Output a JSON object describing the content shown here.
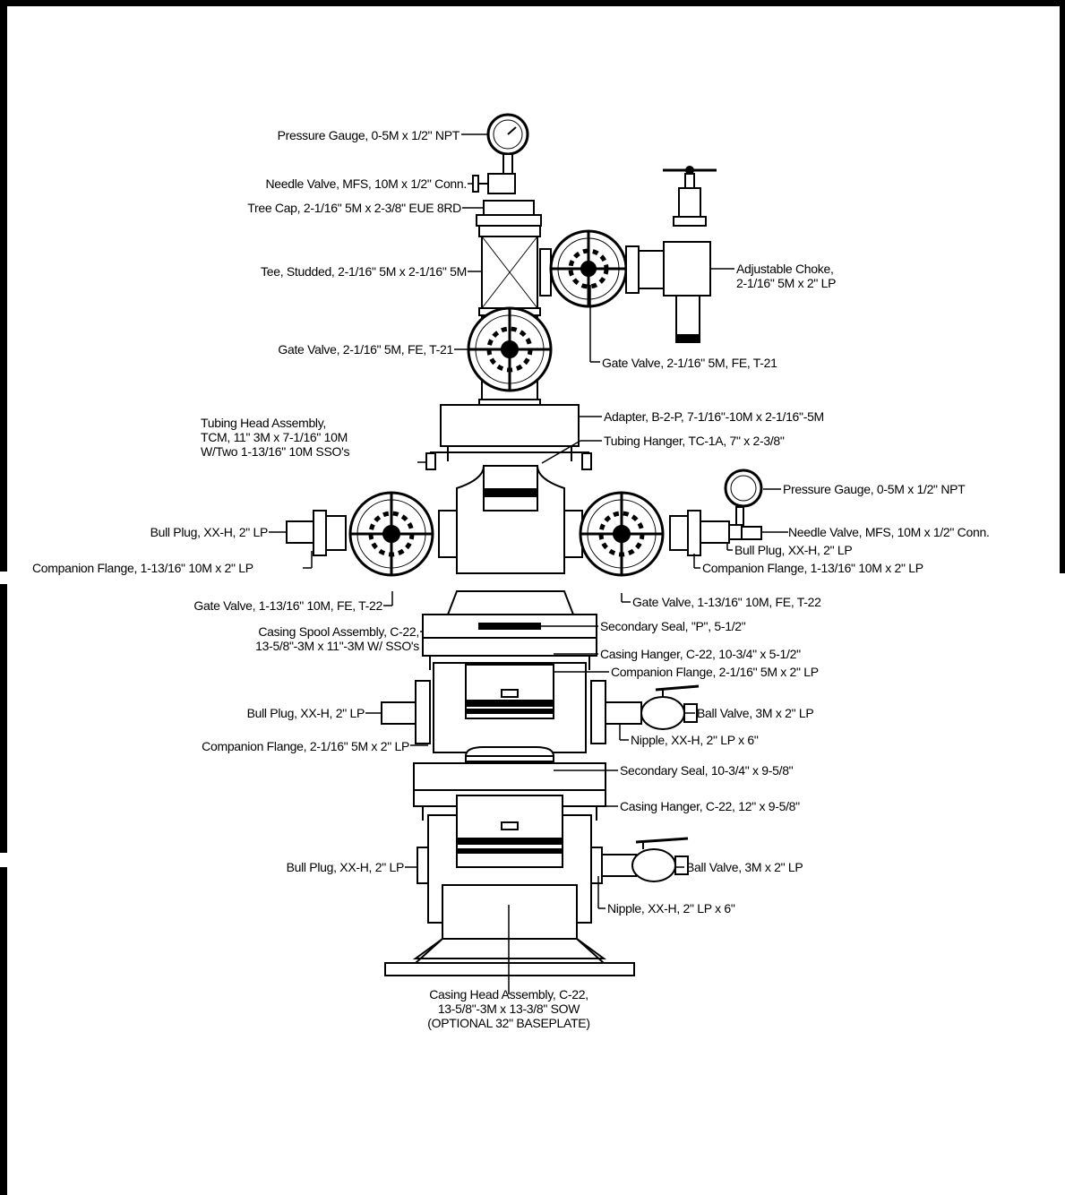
{
  "labels": {
    "gauge_top": "Pressure Gauge, 0-5M x 1/2\" NPT",
    "needle_top": "Needle Valve, MFS, 10M x 1/2\" Conn.",
    "tree_cap": "Tree Cap, 2-1/16\" 5M x 2-3/8\" EUE 8RD",
    "tee": "Tee, Studded, 2-1/16\" 5M x 2-1/16\" 5M",
    "choke_1": "Adjustable Choke,",
    "choke_2": "2-1/16\" 5M x 2\" LP",
    "gate_left": "Gate Valve, 2-1/16\" 5M, FE, T-21",
    "gate_wing": "Gate Valve, 2-1/16\" 5M, FE, T-21",
    "adapter": "Adapter, B-2-P, 7-1/16\"-10M x 2-1/16\"-5M",
    "tubing_head_1": "Tubing Head Assembly,",
    "tubing_head_2": "TCM, 11\" 3M x 7-1/16\" 10M",
    "tubing_head_3": "W/Two 1-13/16\" 10M SSO's",
    "tubing_hanger": "Tubing Hanger, TC-1A, 7\" x 2-3/8\"",
    "gauge_right": "Pressure Gauge, 0-5M x 1/2\" NPT",
    "bull_plug_left": "Bull Plug, XX-H, 2\" LP",
    "needle_right": "Needle Valve, MFS, 10M x 1/2\" Conn.",
    "bull_plug_right": "Bull Plug, XX-H, 2\" LP",
    "comp_flange_left": "Companion Flange, 1-13/16\" 10M x 2\" LP",
    "comp_flange_right": "Companion Flange, 1-13/16\" 10M x 2\" LP",
    "gate_1316_left": "Gate Valve, 1-13/16\" 10M, FE, T-22",
    "gate_1316_right": "Gate Valve, 1-13/16\" 10M, FE, T-22",
    "secondary_seal_p": "Secondary Seal, \"P\", 5-1/2\"",
    "casing_spool_1": "Casing Spool Assembly, C-22,",
    "casing_spool_2": "13-5/8\"-3M x 11\"-3M W/ SSO's",
    "casing_hanger_1": "Casing Hanger, C-22, 10-3/4\" x 5-1/2\"",
    "comp_flange_spool_right": "Companion Flange, 2-1/16\" 5M x 2\" LP",
    "bull_plug_spool": "Bull Plug, XX-H, 2\" LP",
    "ball_valve_spool": "Ball Valve, 3M x 2\" LP",
    "comp_flange_spool_left": "Companion Flange, 2-1/16\" 5M x 2\" LP",
    "nipple_spool": "Nipple, XX-H, 2\" LP x 6\"",
    "secondary_seal_2": "Secondary Seal, 10-3/4\" x 9-5/8\"",
    "casing_hanger_2": "Casing Hanger, C-22, 12\" x 9-5/8\"",
    "bull_plug_head": "Bull Plug, XX-H, 2\" LP",
    "ball_valve_head": "Ball Valve, 3M x 2\" LP",
    "nipple_head": "Nipple, XX-H, 2\" LP x 6\"",
    "casing_head_1": "Casing Head Assembly, C-22,",
    "casing_head_2": "13-5/8\"-3M x 13-3/8\" SOW",
    "casing_head_3": "(OPTIONAL 32\" BASEPLATE)"
  }
}
